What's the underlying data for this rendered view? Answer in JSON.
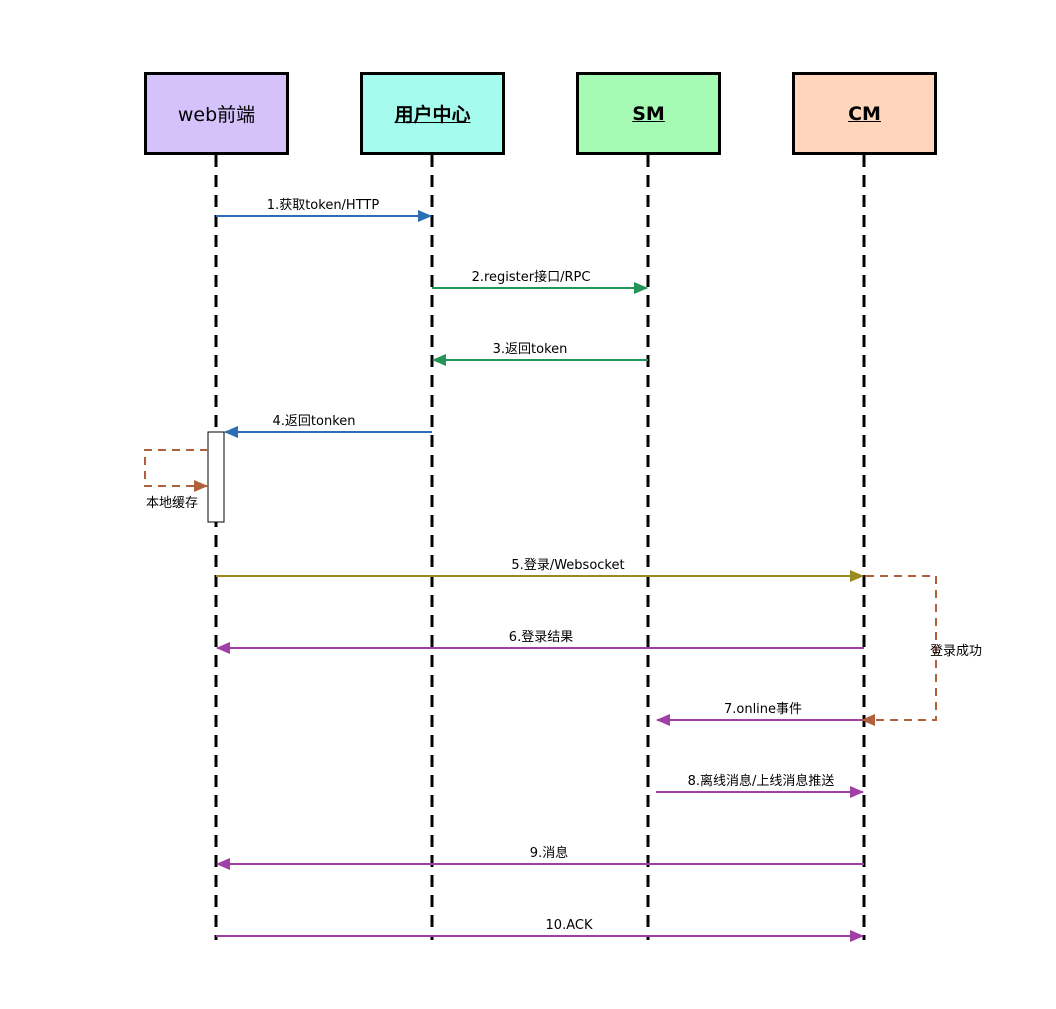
{
  "actors": [
    {
      "id": "web",
      "label": "web前端",
      "bold": false,
      "fill": "#d5c2fb"
    },
    {
      "id": "uc",
      "label": "用户中心",
      "bold": true,
      "fill": "#a4fbee"
    },
    {
      "id": "sm",
      "label": "SM",
      "bold": true,
      "fill": "#a6fbb4"
    },
    {
      "id": "cm",
      "label": "CM",
      "bold": true,
      "fill": "#ffd6bb"
    }
  ],
  "messages": [
    {
      "label": "1.获取token/HTTP",
      "from": "web",
      "to": "uc",
      "color": "#2a6fb5"
    },
    {
      "label": "2.register接口/RPC",
      "from": "uc",
      "to": "sm",
      "color": "#249558"
    },
    {
      "label": "3.返回token",
      "from": "sm",
      "to": "uc",
      "color": "#249558"
    },
    {
      "label": "4.返回tonken",
      "from": "uc",
      "to": "web",
      "color": "#2a6fb5"
    },
    {
      "label": "5.登录/Websocket",
      "from": "web",
      "to": "cm",
      "color": "#9a8a22"
    },
    {
      "label": "6.登录结果",
      "from": "cm",
      "to": "web",
      "color": "#a23fa6"
    },
    {
      "label": "7.online事件",
      "from": "cm",
      "to": "sm",
      "color": "#a23fa6"
    },
    {
      "label": "8.离线消息/上线消息推送",
      "from": "sm",
      "to": "cm",
      "color": "#a23fa6"
    },
    {
      "label": "9.消息",
      "from": "cm",
      "to": "web",
      "color": "#a23fa6"
    },
    {
      "label": "10.ACK",
      "from": "web",
      "to": "cm",
      "color": "#a23fa6"
    }
  ],
  "self_notes": [
    {
      "label": "本地缓存",
      "actor": "web",
      "color": "#b0603a"
    },
    {
      "label": "登录成功",
      "actor": "cm",
      "color": "#b0603a"
    }
  ]
}
